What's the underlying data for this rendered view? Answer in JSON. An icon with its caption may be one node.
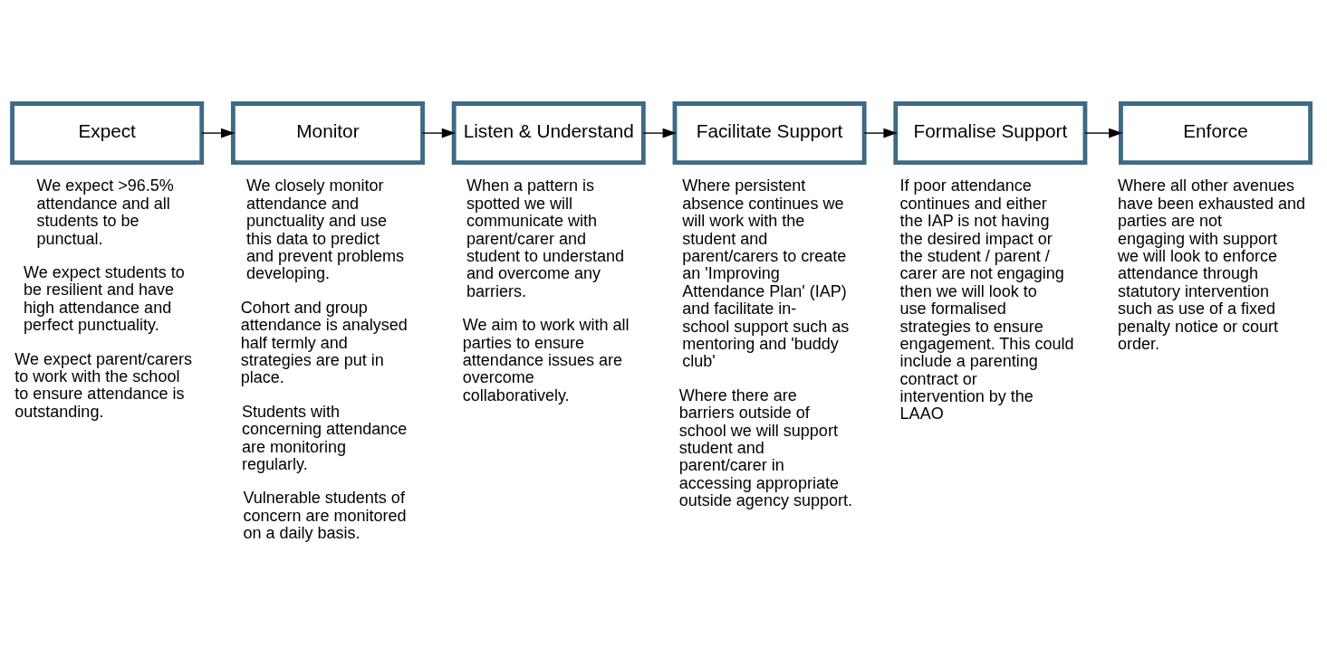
{
  "diagram": {
    "nodes": [
      {
        "text": [
          "Expect"
        ],
        "beside": [
          "We expect >96.5% attendance and all students to be punctual.",
          "We expect students to be resilient and have high attendance and perfect punctuality.",
          "We expect parent/carers to work with the school to ensure attendance is outstanding."
        ]
      },
      {
        "text": [
          "Monitor"
        ],
        "beside": [
          "We closely monitor attendance and punctuality and use this data to predict and prevent problems developing.",
          "Cohort and group attendance is analysed half termly and strategies are put in place.",
          "Students with concerning attendance are monitoring regularly.",
          "Vulnerable students of concern are monitored on a daily basis."
        ]
      },
      {
        "text": [
          "Listen & Understand"
        ],
        "beside": [
          "When a pattern is spotted we will communicate with parent/carer and student to understand and overcome any barriers.",
          "We aim to work with all parties to ensure attendance issues are overcome collaboratively."
        ]
      },
      {
        "text": [
          "Facilitate Support"
        ],
        "beside": [
          "Where persistent absence continues we will work with the student and parent/carers to create an 'Improving Attendance Plan' (IAP) and facilitate in-school support such as mentoring and 'buddy club'",
          "Where there are barriers outside of school we will support student and parent/carer in accessing appropriate outside agency support."
        ]
      },
      {
        "text": [
          "Formalise Support"
        ],
        "beside": [
          "If poor attendance continues and either the IAP is not having the desired impact or the student / parent / carer are not engaging then we will look to use formalised strategies to ensure engagement. This could include a parenting contract or intervention by the LAAO"
        ]
      },
      {
        "text": [
          "Enforce"
        ],
        "beside": [
          "Where all other avenues have been exhausted and parties are not engaging with support we will look to enforce attendance through statutory intervention such as use of a fixed penalty notice or court order."
        ]
      }
    ],
    "edges": [
      {
        "from": 0,
        "to": 1,
        "arrow": "to"
      },
      {
        "from": 1,
        "to": 2,
        "arrow": "to"
      },
      {
        "from": 2,
        "to": 3,
        "arrow": "to"
      },
      {
        "from": 3,
        "to": 4,
        "arrow": "to"
      },
      {
        "from": 4,
        "to": 5,
        "arrow": "to"
      }
    ]
  }
}
